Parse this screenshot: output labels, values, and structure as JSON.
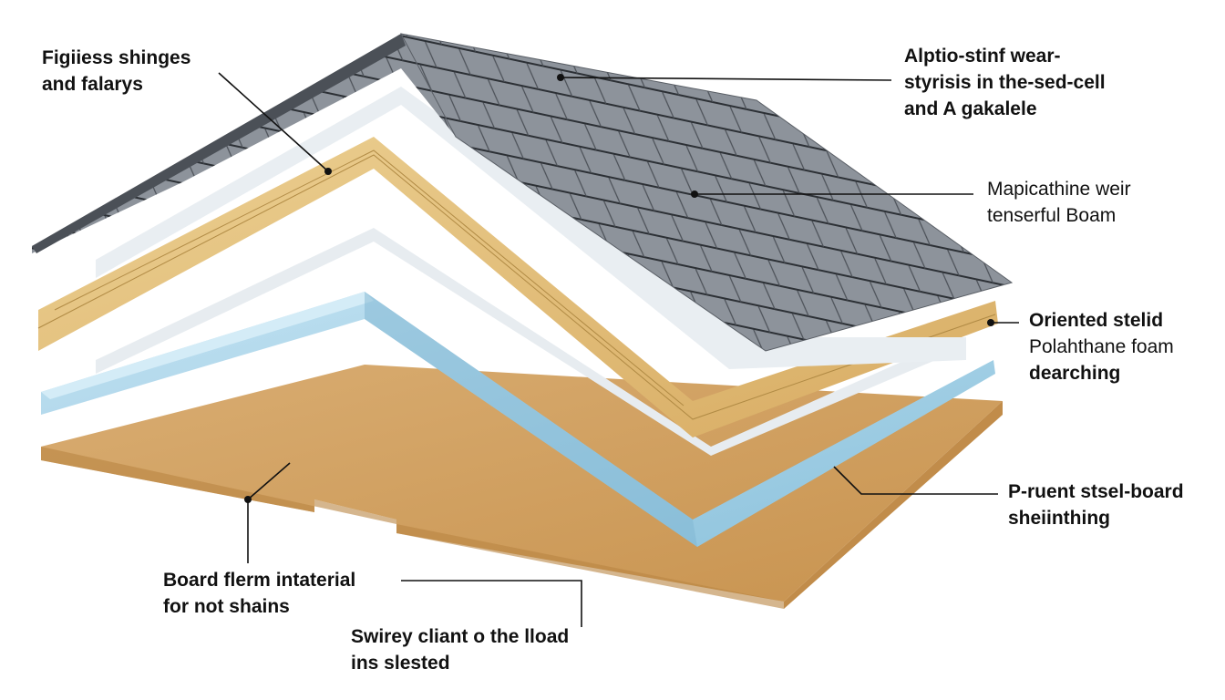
{
  "diagram": {
    "type": "exploded roof layer cross-section",
    "colors": {
      "background": "#ffffff",
      "shingle": "#8a9099",
      "shingle_dark": "#4b5057",
      "underlay": "#e4e9ee",
      "wood_layer": "#e2bf7c",
      "foam_layer": "#a9d3e8",
      "sheathing": "#d3a266",
      "leader_line": "#111111"
    },
    "labels": [
      {
        "id": "top-left",
        "lines": [
          "Figiiess shinges",
          "and falarys"
        ]
      },
      {
        "id": "top-right",
        "lines": [
          "Alptio-stinf wear-",
          "styrisis in the‑sed-cell",
          "and A gakalele"
        ]
      },
      {
        "id": "mid-right-1",
        "lines": [
          "Mapicathine weir",
          "tenserful Boam"
        ]
      },
      {
        "id": "mid-right-2",
        "lines": [
          "Oriented stelid",
          "Polahthane foam",
          "dearching"
        ]
      },
      {
        "id": "lower-right",
        "lines": [
          "P-ruent stsel-board",
          "sheiinthing"
        ]
      },
      {
        "id": "bottom-left",
        "lines": [
          "Board flerm intaterial",
          "for not shains"
        ]
      },
      {
        "id": "bottom-center",
        "lines": [
          "Swirey cliant o the lload",
          "ins slested"
        ]
      }
    ]
  }
}
